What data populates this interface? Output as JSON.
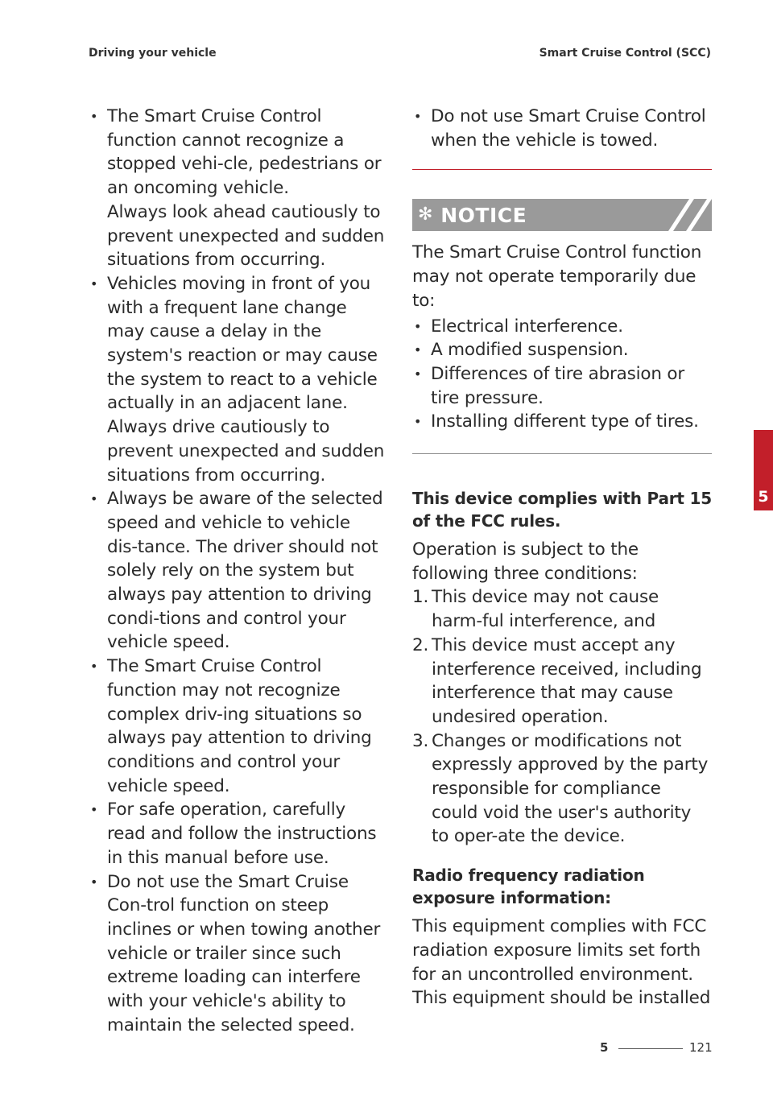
{
  "header": {
    "left": "Driving your vehicle",
    "right": "Smart Cruise Control (SCC)"
  },
  "left_column": {
    "bullets": [
      {
        "text": "The Smart Cruise Control function cannot recognize a stopped vehi-cle, pedestrians or an oncoming vehicle.",
        "sub": "Always look ahead cautiously to prevent unexpected and sudden situations from occurring."
      },
      {
        "text": "Vehicles moving in front of you with a frequent lane change may cause a delay in the system's reaction or may cause the system to react to a vehicle actually in an adjacent lane.",
        "sub": "Always drive cautiously to prevent unexpected and sudden situations from occurring."
      },
      {
        "text": "Always be aware of the selected speed and vehicle to vehicle dis-tance. The driver should not solely rely on the system but always pay attention to driving condi-tions and control your vehicle speed.",
        "sub": ""
      },
      {
        "text": "The Smart Cruise Control function may not recognize complex driv-ing situations so always pay attention to driving conditions and control your vehicle speed.",
        "sub": ""
      },
      {
        "text": "For safe operation, carefully read and follow the instructions in this manual before use.",
        "sub": ""
      },
      {
        "text": "Do not use the Smart Cruise Con-trol function on steep inclines or when towing another vehicle or trailer since such extreme loading can interfere with your vehicle's ability to maintain the selected speed.",
        "sub": ""
      }
    ]
  },
  "right_column": {
    "top_bullets": [
      "Do not use Smart Cruise Control when the vehicle is towed."
    ],
    "notice": {
      "symbol": "✻",
      "title": "NOTICE",
      "intro": "The Smart Cruise Control function may not operate temporarily due to:",
      "bullets": [
        "Electrical interference.",
        "A modified suspension.",
        "Differences of tire abrasion or tire pressure.",
        "Installing different type of tires."
      ]
    },
    "fcc": {
      "heading": "This device complies with Part 15 of the FCC rules.",
      "intro": "Operation is subject to the following three conditions:",
      "items": [
        {
          "num": "1.",
          "text": "This device may not cause harm-ful interference, and"
        },
        {
          "num": "2.",
          "text": "This device must accept any interference received, including interference that may cause undesired operation."
        },
        {
          "num": "3.",
          "text": "Changes or modifications not expressly approved by the party responsible for compliance could void the user's authority to oper-ate the device."
        }
      ]
    },
    "radio": {
      "heading": "Radio frequency radiation exposure information:",
      "text": "This equipment complies with FCC radiation exposure limits set forth for an uncontrolled environment. This equipment should be installed"
    }
  },
  "side_tab": {
    "chapter": "5",
    "color": "#c21f2a"
  },
  "footer": {
    "chapter": "5",
    "page": "121"
  }
}
